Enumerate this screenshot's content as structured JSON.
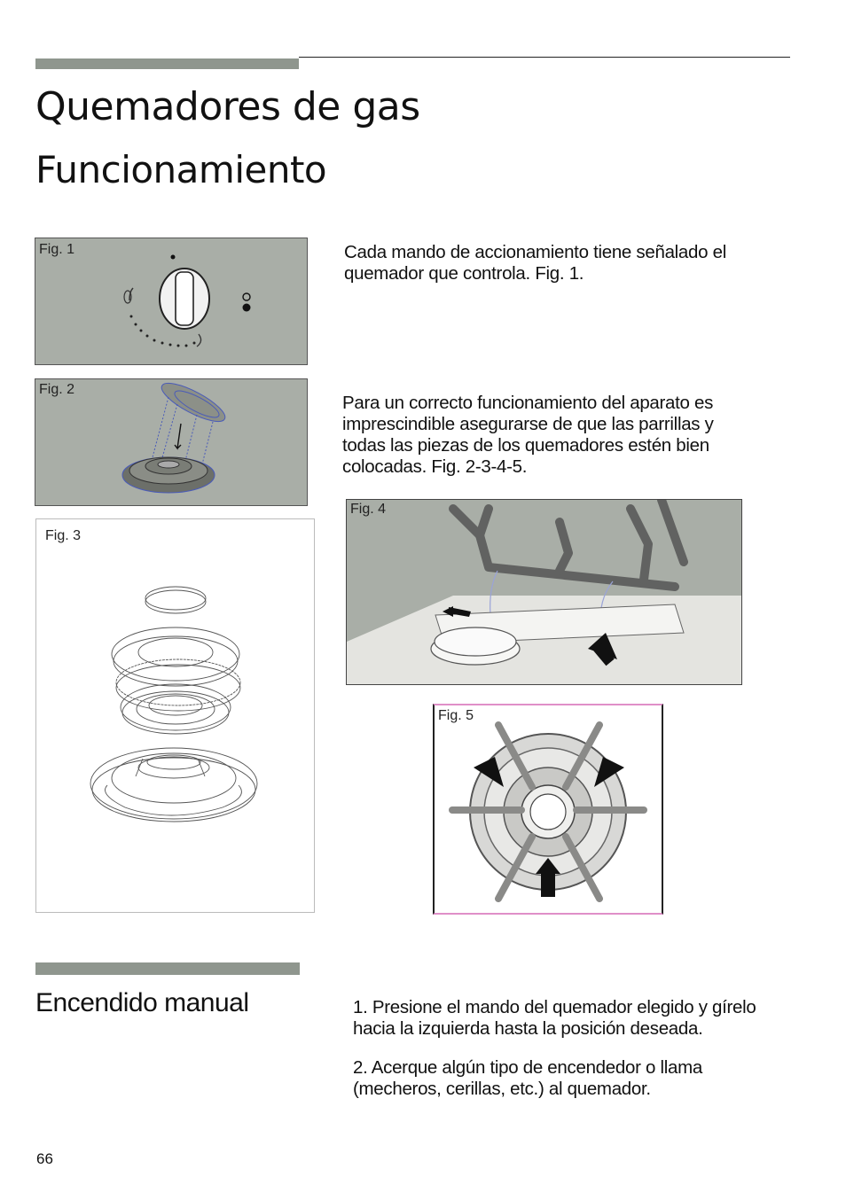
{
  "header": {
    "title": "Quemadores de gas",
    "subtitle": "Funcionamiento"
  },
  "figures": {
    "fig1": "Fig. 1",
    "fig2": "Fig. 2",
    "fig3": "Fig. 3",
    "fig4": "Fig. 4",
    "fig5": "Fig. 5"
  },
  "paragraphs": {
    "p1": [
      "Cada mando de accionamiento tiene señalado el",
      "quemador que controla. Fig. 1."
    ],
    "p2": [
      "Para un correcto funcionamiento del aparato es",
      "imprescindible asegurarse de que las parrillas y",
      "todas las piezas de los quemadores estén bien",
      "colocadas. Fig. 2-3-4-5."
    ]
  },
  "manual": {
    "heading": "Encendido manual",
    "step1": [
      "1. Presione el mando del quemador elegido y gírelo",
      "hacia la izquierda hasta la posición deseada."
    ],
    "step2": [
      "2. Acerque algún tipo de encendedor o llama",
      "(mecheros, cerillas, etc.) al quemador."
    ]
  },
  "footer": {
    "page_number": "66"
  },
  "colors": {
    "rule_gray": "#8f968e",
    "figure_gray": "#a9aea7",
    "fig5_border": "#e08fc8"
  }
}
